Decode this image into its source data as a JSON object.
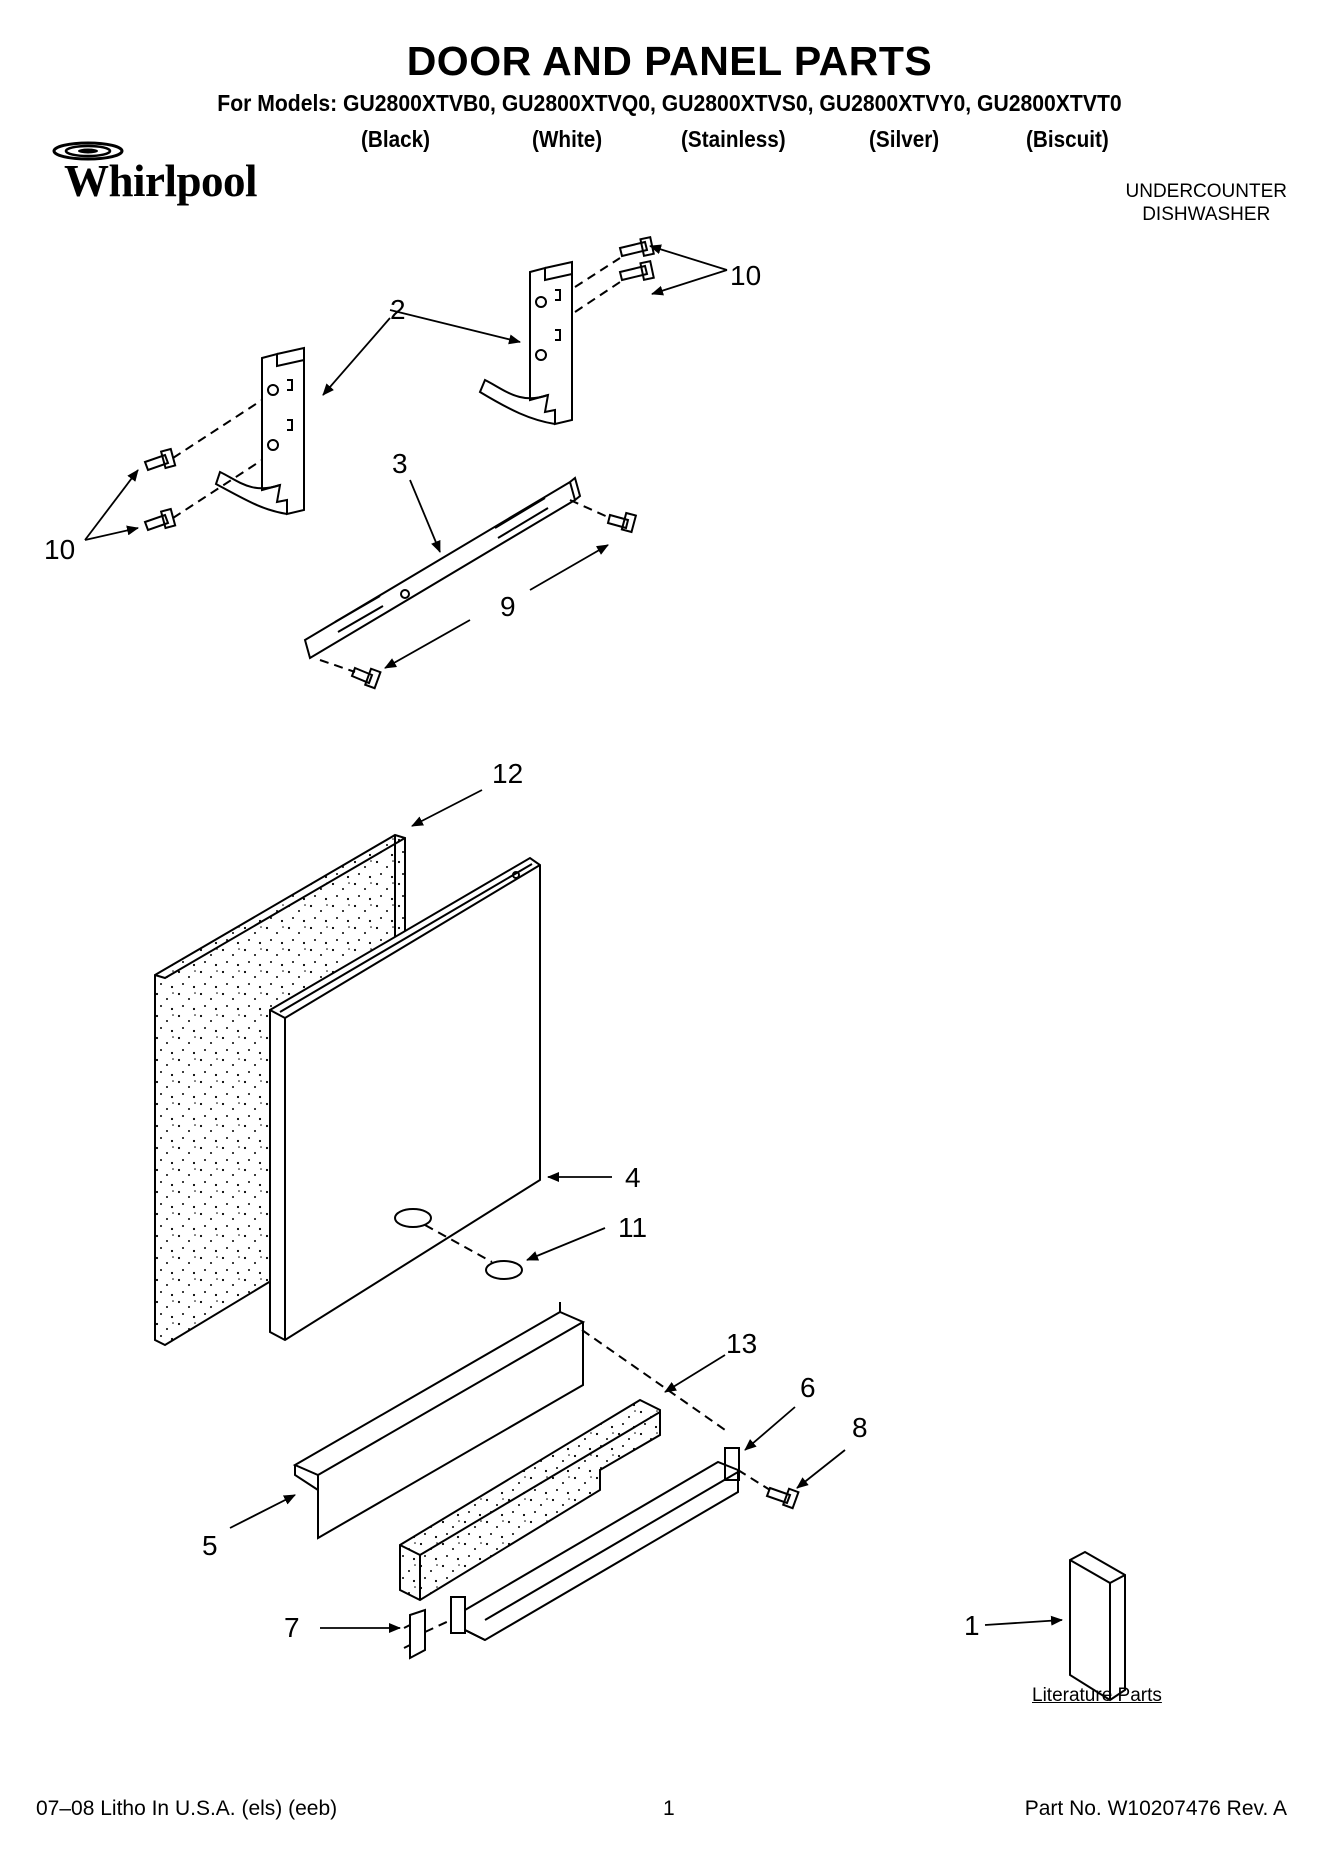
{
  "header": {
    "title": "DOOR AND PANEL PARTS",
    "models": "For Models: GU2800XTVB0, GU2800XTVQ0, GU2800XTVS0, GU2800XTVY0, GU2800XTVT0",
    "colors": [
      "(Black)",
      "(White)",
      "(Stainless)",
      "(Silver)",
      "(Biscuit)"
    ],
    "brand": "Whirlpool",
    "appliance_line1": "UNDERCOUNTER",
    "appliance_line2": "DISHWASHER"
  },
  "callouts": {
    "c1": "1",
    "c2": "2",
    "c3": "3",
    "c4": "4",
    "c5": "5",
    "c6": "6",
    "c7": "7",
    "c8": "8",
    "c9": "9",
    "c10_top": "10",
    "c10_left": "10",
    "c11": "11",
    "c12": "12",
    "c13": "13"
  },
  "literature_label": "Literature Parts",
  "footer": {
    "left": "07–08 Litho In U.S.A. (els) (eeb)",
    "page": "1",
    "right": "Part No. W10207476 Rev. A"
  },
  "icons": {
    "logo": "whirlpool-swirl-icon"
  }
}
